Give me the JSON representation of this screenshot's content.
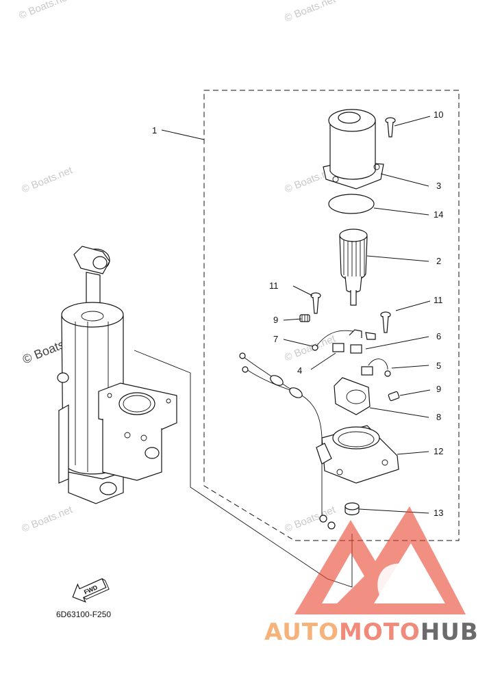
{
  "diagram": {
    "part_code": "6D63100-F250",
    "fwd_label": "FWD",
    "callouts": [
      "1",
      "2",
      "3",
      "4",
      "5",
      "6",
      "7",
      "8",
      "9",
      "9",
      "10",
      "11",
      "11",
      "12",
      "13",
      "14"
    ]
  },
  "watermarks": {
    "site": "© Boats.net"
  },
  "brand": {
    "part1": "AUTO",
    "part2": "MOTO",
    "part3": "HUB",
    "colors": {
      "logo_red": "#e8442f",
      "auto": "#f5b27a",
      "moto": "#f08a7a",
      "hub": "#6b6b6b"
    }
  }
}
